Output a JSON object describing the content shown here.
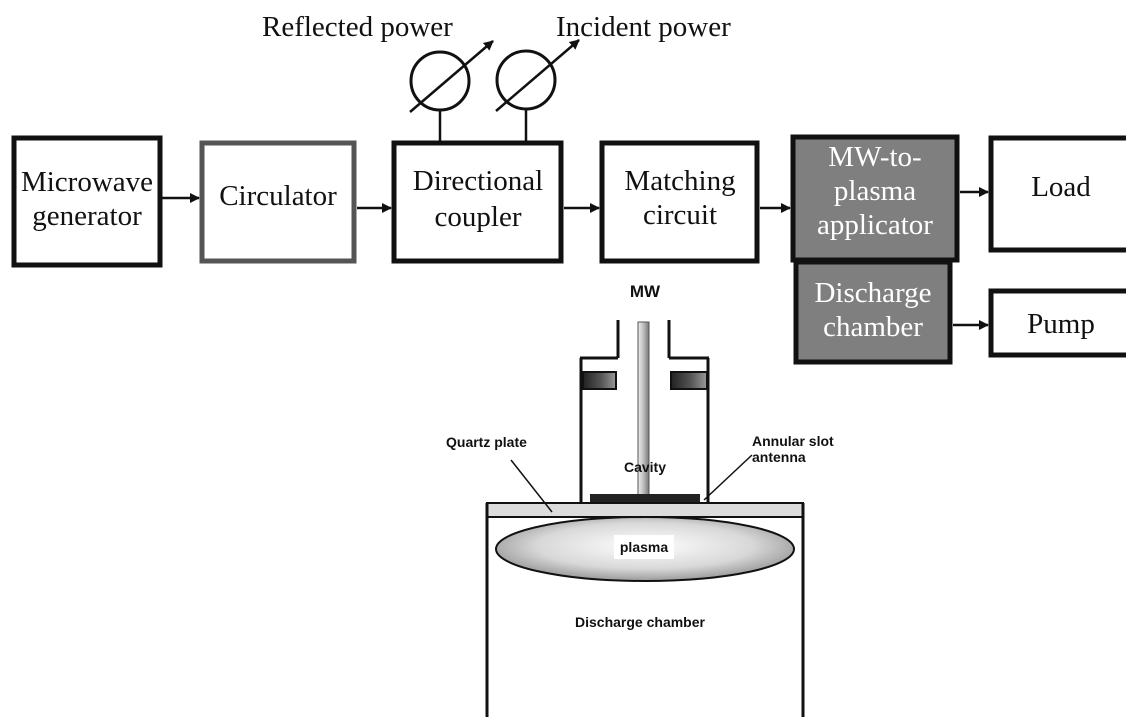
{
  "block_diagram": {
    "microwave_generator": [
      "Microwave",
      "generator"
    ],
    "circulator": "Circulator",
    "directional_coupler": [
      "Directional",
      "coupler"
    ],
    "matching_circuit": [
      "Matching",
      "circuit"
    ],
    "applicator": [
      "MW-to-",
      "plasma",
      "applicator"
    ],
    "load": "Load",
    "discharge_chamber": [
      "Discharge",
      "chamber"
    ],
    "pump": "Pump",
    "reflected_power": "Reflected power",
    "incident_power": "Incident power"
  },
  "cross_section": {
    "mw": "MW",
    "quartz_plate": "Quartz plate",
    "annular_slot_antenna": [
      "Annular slot",
      "antenna"
    ],
    "cavity": "Cavity",
    "plasma": "plasma",
    "discharge_chamber": "Discharge chamber"
  },
  "colors": {
    "box_border": "#111111",
    "circulator_border": "#555555",
    "shaded_fill": "#7f7f7f",
    "plate_fill": "#dcdcdc"
  }
}
